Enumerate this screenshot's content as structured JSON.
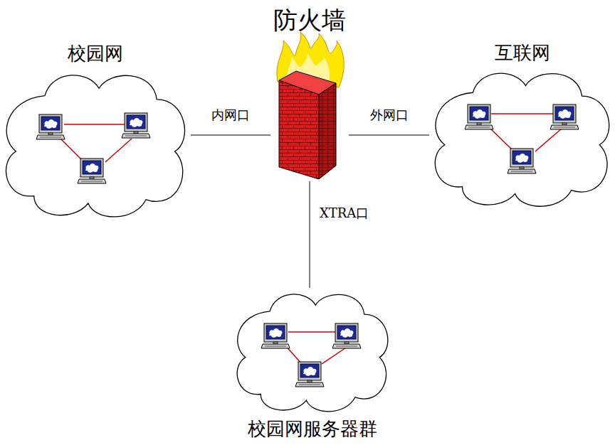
{
  "diagram": {
    "nodes": [
      {
        "text": [
          "校园网"
        ]
      },
      {
        "text": [
          "防火墙"
        ]
      },
      {
        "text": [
          "互联网"
        ]
      },
      {
        "text": [
          "校园网服务器群"
        ]
      }
    ],
    "edges": [
      {
        "from": 0,
        "to": 1,
        "label": "内网口",
        "arrow": "none"
      },
      {
        "from": 1,
        "to": 2,
        "label": "外网口",
        "arrow": "none"
      },
      {
        "from": 1,
        "to": 3,
        "label": "XTRA口",
        "arrow": "none"
      }
    ]
  }
}
